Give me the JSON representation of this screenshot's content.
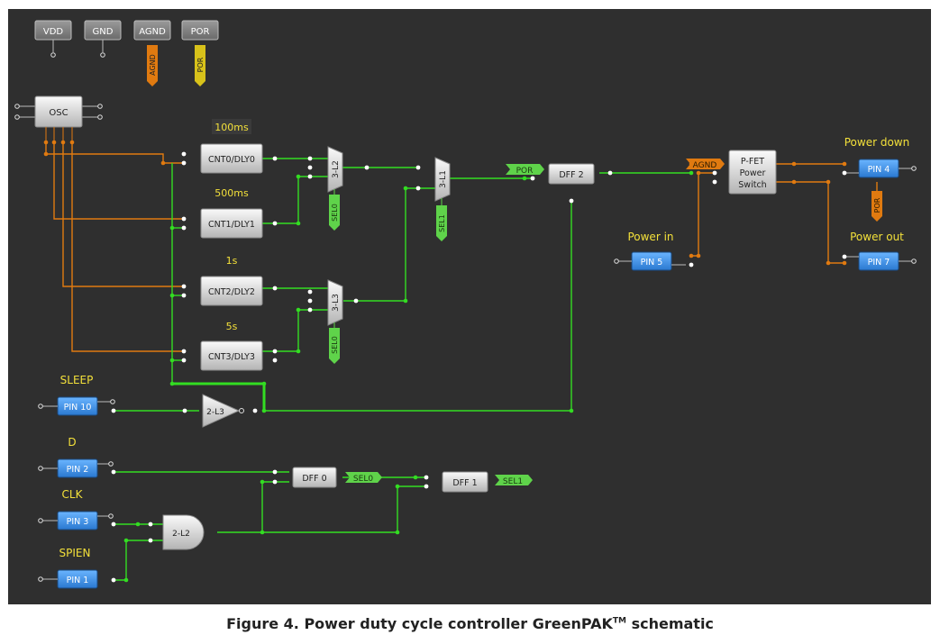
{
  "caption": "Figure 4. Power duty cycle controller GreenPAK",
  "caption_tm": "TM",
  "caption_suffix": " schematic",
  "power_buttons": [
    "VDD",
    "GND",
    "AGND",
    "POR"
  ],
  "vertical_tags": {
    "agnd": "AGND",
    "por": "POR",
    "sel0_a": "SEL0",
    "sel1": "SEL1",
    "sel0_b": "SEL0",
    "por_b": "POR"
  },
  "blocks": {
    "osc": "OSC",
    "cnt0": "CNT0/DLY0",
    "cnt1": "CNT1/DLY1",
    "cnt2": "CNT2/DLY2",
    "cnt3": "CNT3/DLY3",
    "mux2": "3-L2",
    "mux1": "3-L1",
    "mux3": "3-L3",
    "dff2": "DFF 2",
    "pfet": [
      "P-FET",
      "Power",
      "Switch"
    ],
    "buf": "2-L3",
    "dff0": "DFF 0",
    "dff1": "DFF 1",
    "and": "2-L2"
  },
  "delay_labels": {
    "cnt0": "100ms",
    "cnt1": "500ms",
    "cnt2": "1s",
    "cnt3": "5s"
  },
  "pins": {
    "pin10": "PIN 10",
    "pin2": "PIN 2",
    "pin3": "PIN 3",
    "pin1": "PIN 1",
    "pin4": "PIN 4",
    "pin5": "PIN 5",
    "pin7": "PIN 7"
  },
  "pin_labels": {
    "sleep": "SLEEP",
    "d": "D",
    "clk": "CLK",
    "spien": "SPIEN",
    "power_down": "Power down",
    "power_in": "Power in",
    "power_out": "Power out"
  },
  "net_tags": {
    "por": "POR",
    "agnd": "AGND",
    "sel0": "SEL0",
    "sel1": "SEL1"
  },
  "colors": {
    "background": "#2f2f2f",
    "wire_green": "#33dd22",
    "wire_orange": "#e07a10",
    "label_yellow": "#f3e03a",
    "pin_blue": "#3d8fe0",
    "tag_green": "#5fd34a"
  }
}
